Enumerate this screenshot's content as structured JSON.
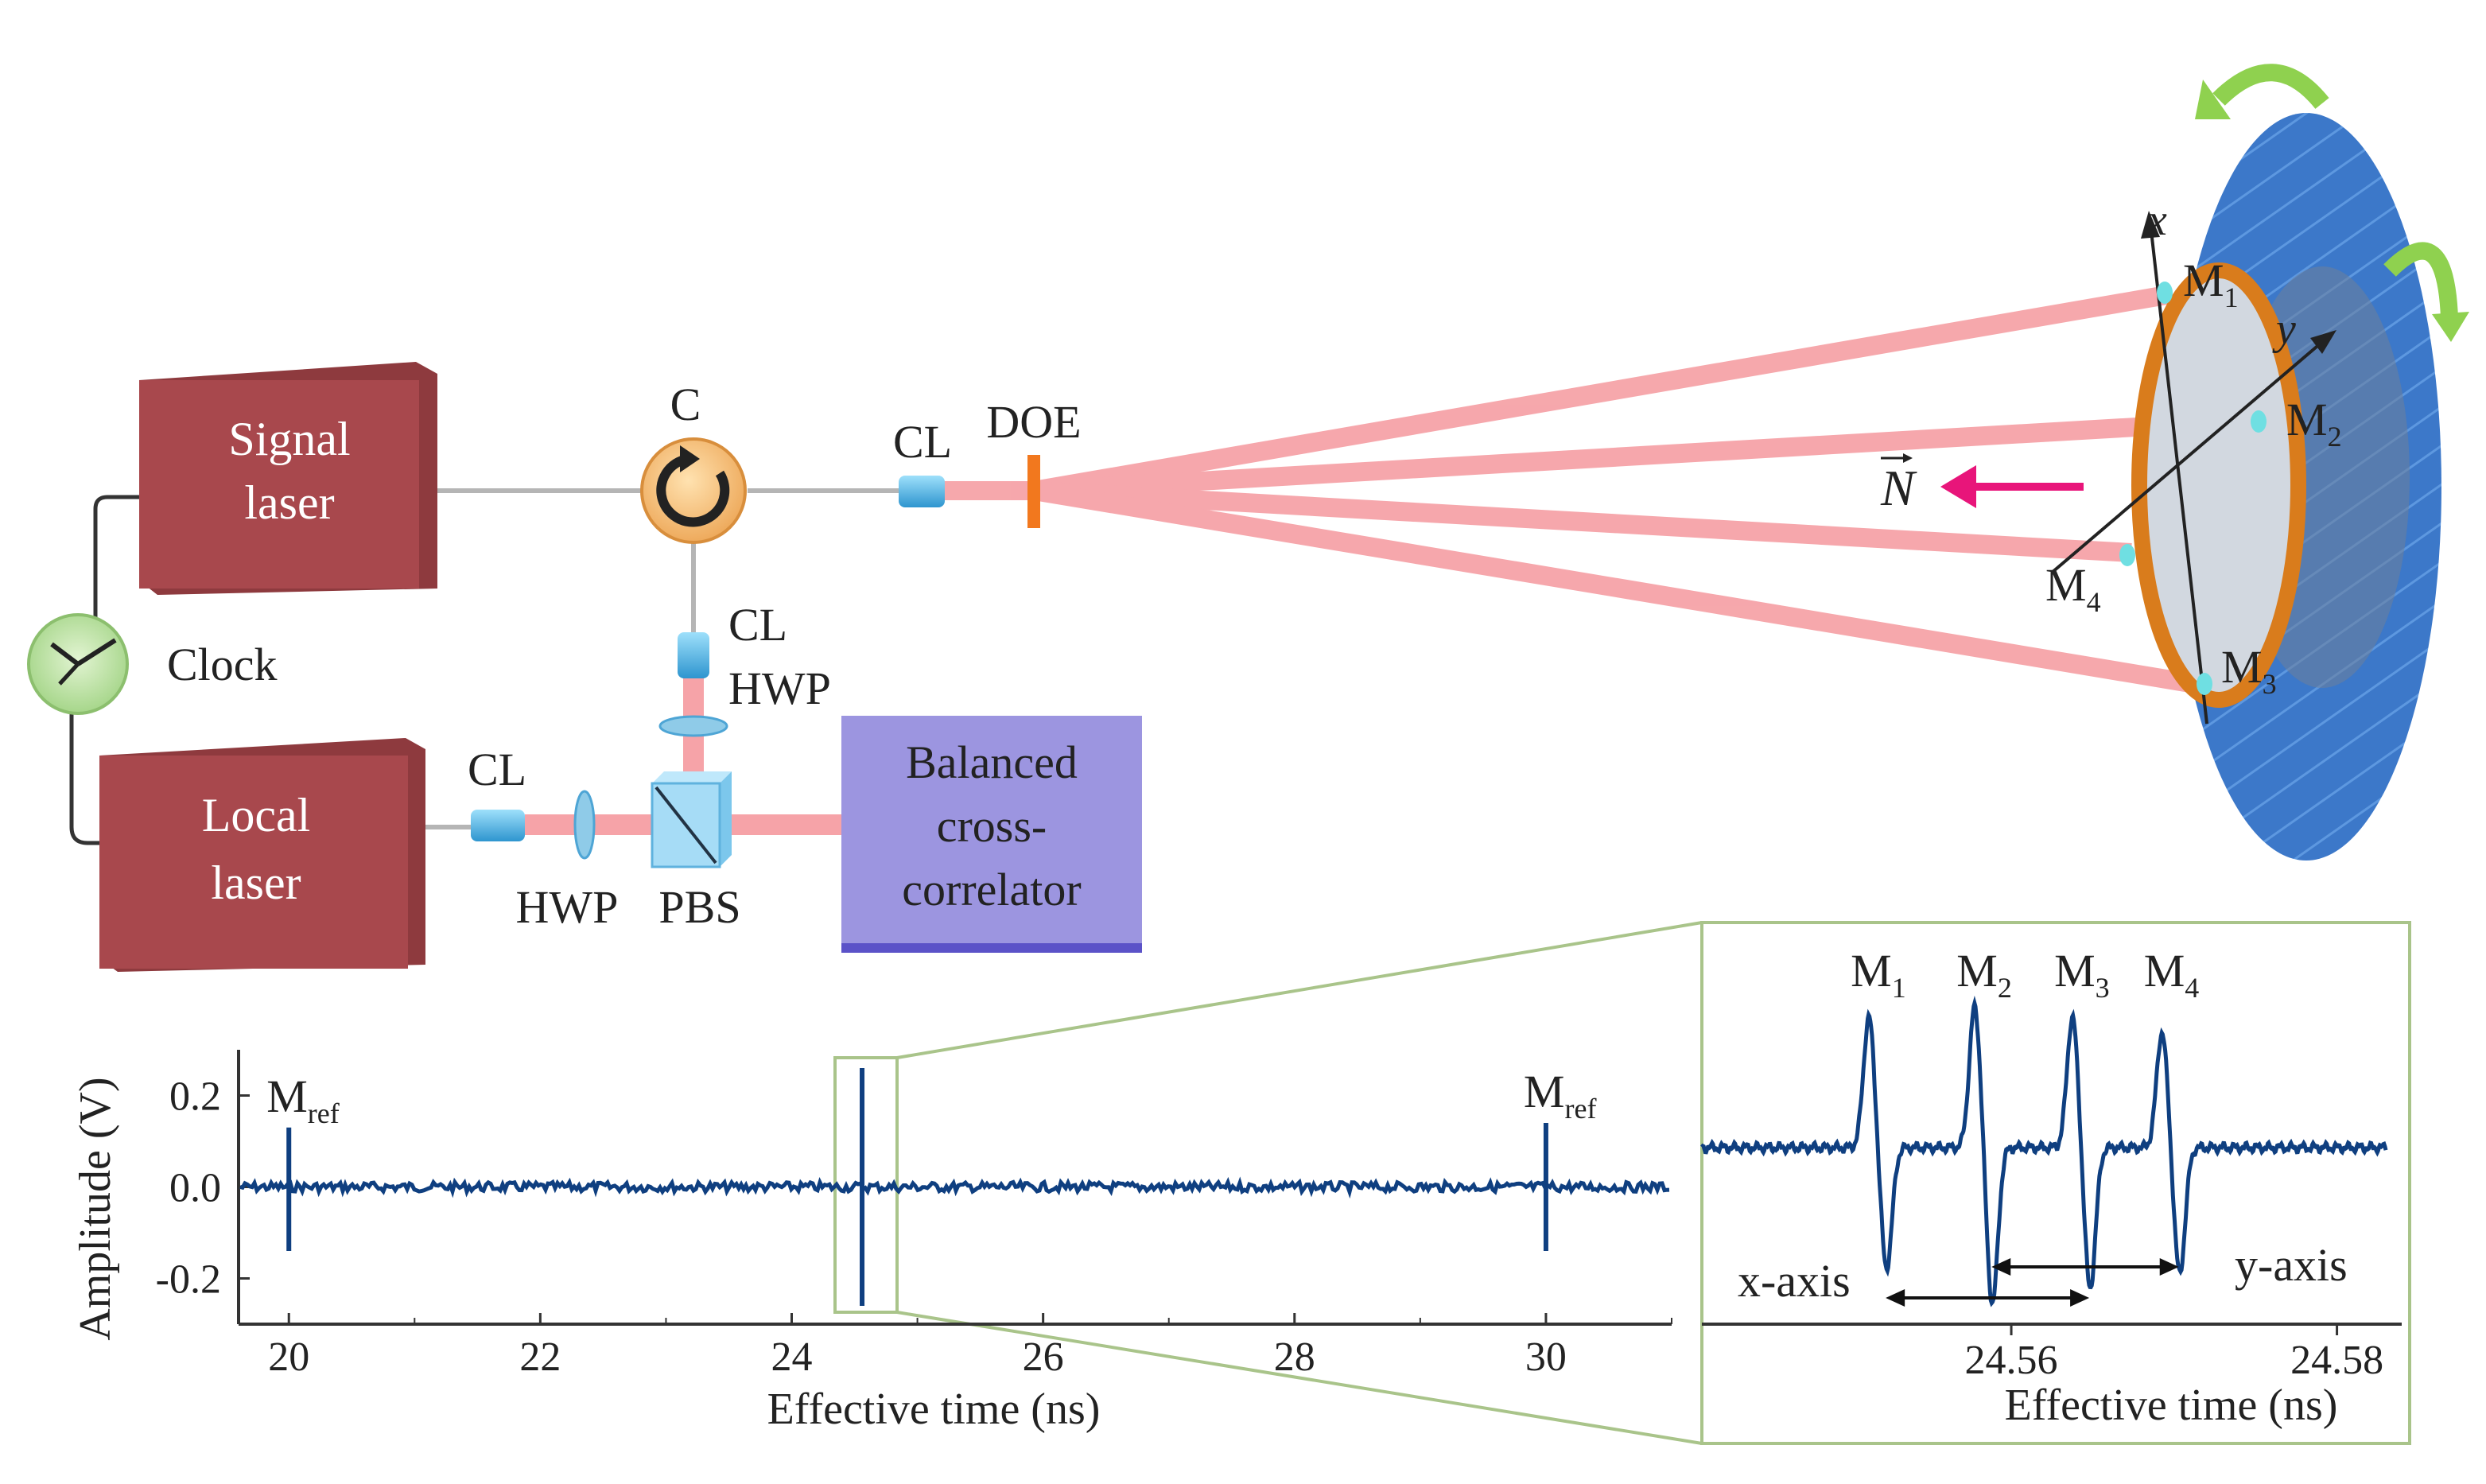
{
  "components": {
    "signal_laser": [
      "Signal",
      "laser"
    ],
    "local_laser": [
      "Local",
      "laser"
    ],
    "clock": "Clock",
    "circulator": "C",
    "collimator_top": "CL",
    "doe": "DOE",
    "collimator_mid": "CL",
    "hwp_mid": "HWP",
    "collimator_bottom": "CL",
    "hwp_bottom": "HWP",
    "pbs": "PBS",
    "correlator": [
      "Balanced",
      "cross-",
      "correlator"
    ]
  },
  "target": {
    "axis_x": "x",
    "axis_y": "y",
    "normal": "N",
    "markers": [
      {
        "main": "M",
        "sub": "1"
      },
      {
        "main": "M",
        "sub": "2"
      },
      {
        "main": "M",
        "sub": "3"
      },
      {
        "main": "M",
        "sub": "4"
      }
    ]
  },
  "colors": {
    "laser_box": "#a8484d",
    "beam": "#f28f95",
    "correlator": "#9c95e0",
    "optic": "#41b5ea",
    "doe": "#f2781e",
    "clock": "#c9e9b0",
    "target_disk": "#3c78c9",
    "ring": "#d97c1c",
    "signal": "#0f3f80",
    "arrow_n": "#e8157a",
    "zoom_frame": "#a9c48a"
  },
  "chart_data": [
    {
      "type": "line",
      "xlabel": "Effective time (ns)",
      "ylabel": "Amplitude (V)",
      "xlim": [
        19.6,
        31.0
      ],
      "ylim": [
        -0.3,
        0.3
      ],
      "xticks": [
        "20",
        "22",
        "24",
        "26",
        "28",
        "30"
      ],
      "yticks": [
        "0.2",
        "0.0",
        "-0.2"
      ],
      "peaks": [
        {
          "x": 20.0,
          "max": 0.13,
          "min": -0.14,
          "label": "M",
          "label_sub": "ref"
        },
        {
          "x": 24.56,
          "max": 0.26,
          "min": -0.26
        },
        {
          "x": 30.0,
          "max": 0.14,
          "min": -0.14,
          "label": "M",
          "label_sub": "ref"
        }
      ]
    },
    {
      "type": "line",
      "xlabel": "Effective time (ns)",
      "xlim": [
        24.541,
        24.583
      ],
      "xticks": [
        "24.56",
        "24.58"
      ],
      "peaks": [
        {
          "x": 24.5518,
          "max": 0.26,
          "min": -0.24,
          "label": "M",
          "label_sub": "1"
        },
        {
          "x": 24.5583,
          "max": 0.28,
          "min": -0.31,
          "label": "M",
          "label_sub": "2"
        },
        {
          "x": 24.5643,
          "max": 0.26,
          "min": -0.28,
          "label": "M",
          "label_sub": "3"
        },
        {
          "x": 24.5698,
          "max": 0.23,
          "min": -0.25,
          "label": "M",
          "label_sub": "4"
        }
      ],
      "span_labels": [
        "x-axis",
        "y-axis"
      ]
    }
  ]
}
